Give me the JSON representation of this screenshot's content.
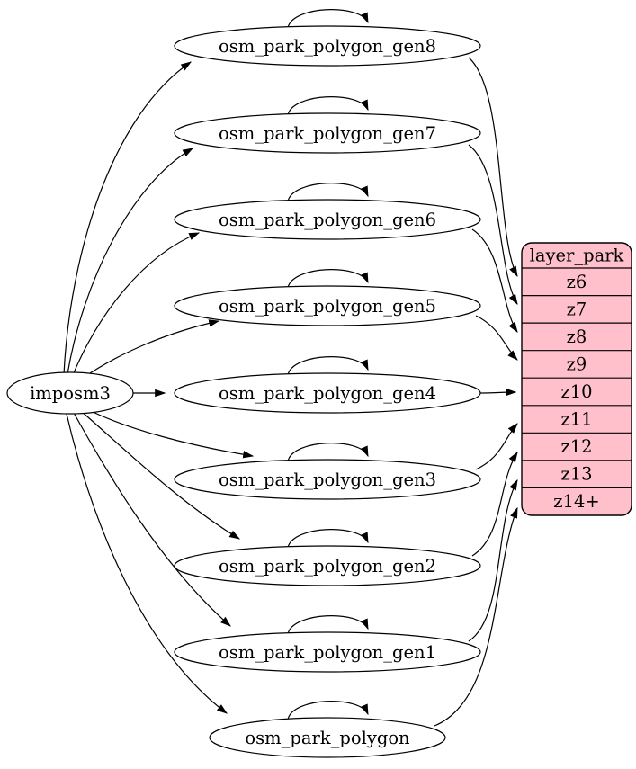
{
  "diagram": {
    "type": "graphviz-digraph",
    "source": {
      "label": "imposm3"
    },
    "tables": [
      {
        "label": "osm_park_polygon_gen8",
        "target_row": "z6",
        "self_loop": true
      },
      {
        "label": "osm_park_polygon_gen7",
        "target_row": "z7",
        "self_loop": true
      },
      {
        "label": "osm_park_polygon_gen6",
        "target_row": "z8",
        "self_loop": true
      },
      {
        "label": "osm_park_polygon_gen5",
        "target_row": "z9",
        "self_loop": true
      },
      {
        "label": "osm_park_polygon_gen4",
        "target_row": "z10",
        "self_loop": true
      },
      {
        "label": "osm_park_polygon_gen3",
        "target_row": "z11",
        "self_loop": true
      },
      {
        "label": "osm_park_polygon_gen2",
        "target_row": "z12",
        "self_loop": true
      },
      {
        "label": "osm_park_polygon_gen1",
        "target_row": "z13",
        "self_loop": true
      },
      {
        "label": "osm_park_polygon",
        "target_row": "z14+",
        "self_loop": true
      }
    ],
    "layer_node": {
      "title": "layer_park",
      "rows": [
        "z6",
        "z7",
        "z8",
        "z9",
        "z10",
        "z11",
        "z12",
        "z13",
        "z14+"
      ]
    },
    "colors": {
      "layer_fill": "#FFC0CB",
      "node_fill": "#FFFFFF",
      "stroke": "#000000"
    }
  }
}
